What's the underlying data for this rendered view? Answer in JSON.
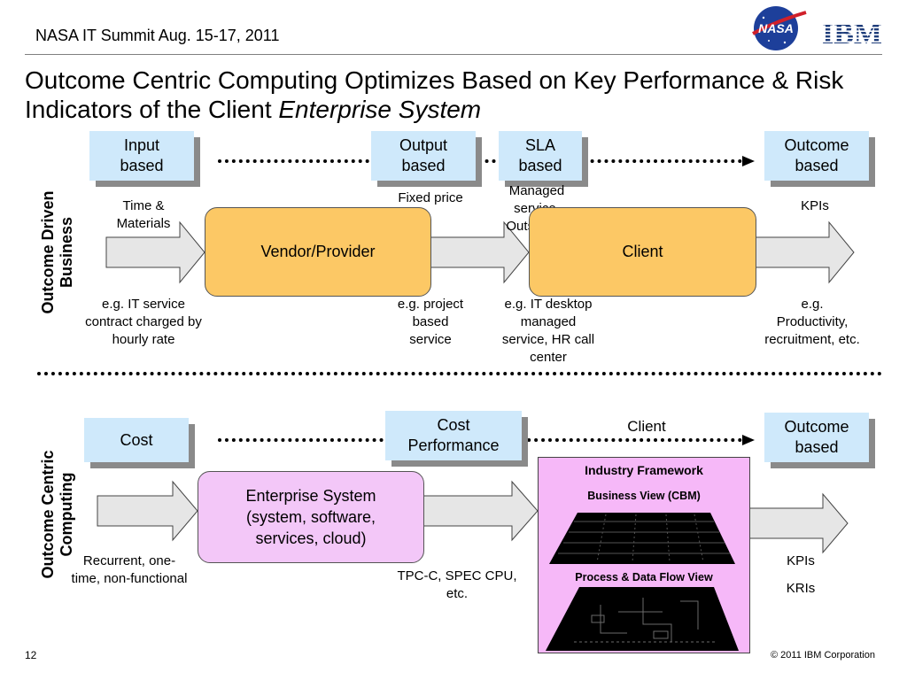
{
  "header": {
    "event": "NASA IT Summit  Aug. 15-17, 2011",
    "nasa_logo_text": "NASA",
    "ibm_logo_text": "IBM"
  },
  "title": {
    "line1": "Outcome Centric Computing Optimizes Based on Key Performance & Risk",
    "line2_plain": "Indicators of the Client ",
    "line2_italic": "Enterprise System"
  },
  "top_section": {
    "side_label_line1": "Outcome Driven",
    "side_label_line2": "Business",
    "boxes": {
      "input": [
        "Input",
        "based"
      ],
      "output": [
        "Output",
        "based"
      ],
      "sla": [
        "SLA",
        "based"
      ],
      "outcome": [
        "Outcome",
        "based"
      ]
    },
    "labels": {
      "time_materials": [
        "Time &",
        "Materials"
      ],
      "fixed_price": "Fixed price",
      "managed": [
        "Managed",
        "service,",
        "Outsource"
      ],
      "kpis": "KPIs"
    },
    "vendor": "Vendor/Provider",
    "client": "Client",
    "examples": {
      "it_service": [
        "e.g. IT service",
        "contract charged by",
        "hourly rate"
      ],
      "project": [
        "e.g. project",
        "based",
        "service"
      ],
      "desktop": [
        "e.g. IT desktop",
        "managed",
        "service, HR call",
        "center"
      ],
      "productivity": [
        "e.g.",
        "Productivity,",
        "recruitment, etc."
      ]
    }
  },
  "bottom_section": {
    "side_label_line1": "Outcome Centric",
    "side_label_line2": "Computing",
    "boxes": {
      "cost": "Cost",
      "cost_performance": [
        "Cost",
        "Performance"
      ],
      "outcome": [
        "Outcome",
        "based"
      ]
    },
    "client_label": "Client",
    "enterprise": [
      "Enterprise System",
      "(system, software,",
      "services, cloud)"
    ],
    "labels": {
      "recurrent": [
        "Recurrent, one-",
        "time, non-functional"
      ],
      "tpc": [
        "TPC-C, SPEC CPU,",
        "etc."
      ],
      "kpis": "KPIs",
      "kris": "KRIs"
    },
    "framework": {
      "title": "Industry Framework",
      "business_view": "Business View (CBM)",
      "process_view": "Process & Data Flow View"
    }
  },
  "footer": {
    "page": "12",
    "copyright": "© 2011 IBM Corporation"
  },
  "colors": {
    "blue_box": "#cfe9fb",
    "orange_box": "#fcc865",
    "pink_box": "#f3c7f8",
    "framework_bg": "#f6b8f8",
    "arrow_fill": "#e6e6e6"
  }
}
